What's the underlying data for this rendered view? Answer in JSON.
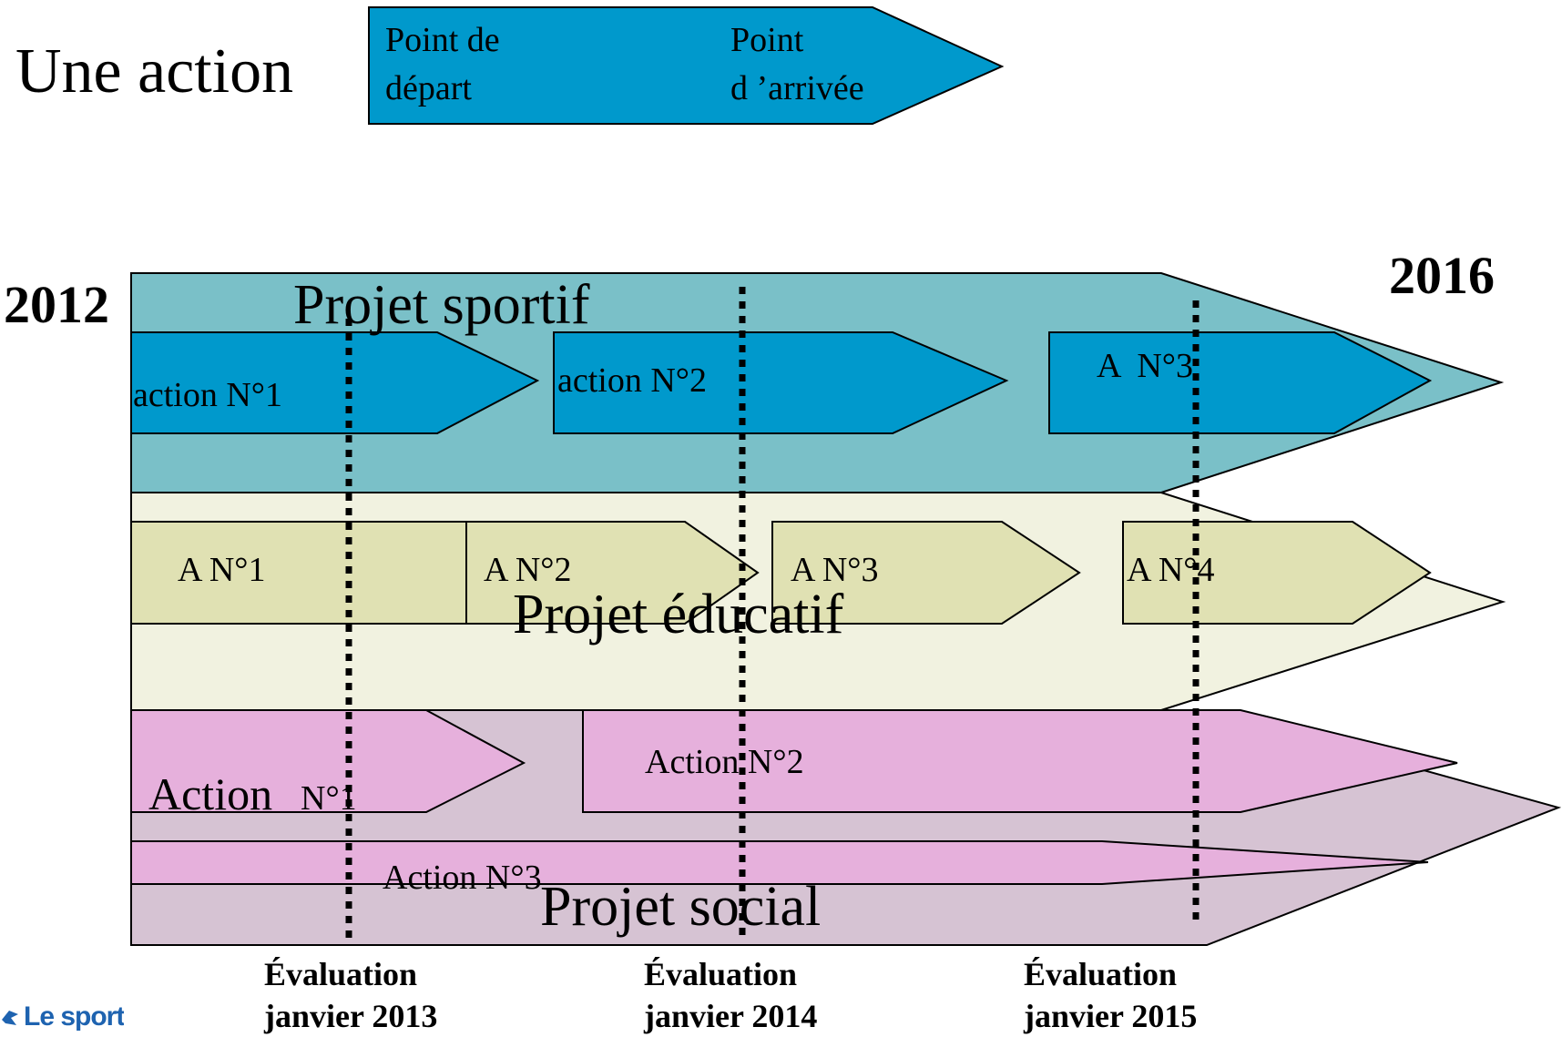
{
  "legend": {
    "title": "Une action",
    "start_label_line1": "Point de",
    "start_label_line2": "départ",
    "end_label_line1": "Point",
    "end_label_line2": "d ’arrivée"
  },
  "years": {
    "start": "2012",
    "end": "2016"
  },
  "projects": {
    "sportif": {
      "title": "Projet sportif",
      "actions": [
        "action N°1",
        "action N°2",
        "A  N°3"
      ]
    },
    "educatif": {
      "title": "Projet éducatif",
      "actions": [
        "A N°1",
        "A N°2",
        "A N°3",
        "A N°4"
      ]
    },
    "social": {
      "title": "Projet social",
      "action1_word": "Action",
      "action1_num": "N°1",
      "action2": "Action N°2",
      "action3": "Action N°3"
    }
  },
  "evaluations": [
    {
      "line1": "Évaluation",
      "line2": "janvier 2013"
    },
    {
      "line1": "Évaluation",
      "line2": "janvier 2014"
    },
    {
      "line1": "Évaluation",
      "line2": "janvier 2015"
    }
  ],
  "logo": {
    "text": "Le sport",
    "icon": "logo-mark-icon"
  },
  "colors": {
    "action_blue": "#0099cc",
    "sportif_band": "#7ac0c8",
    "educatif_band": "#f1f2e0",
    "educatif_action": "#e0e1b3",
    "social_band": "#d6c3d3",
    "social_action": "#e6b0dc",
    "logo_blue": "#1e63b0"
  }
}
